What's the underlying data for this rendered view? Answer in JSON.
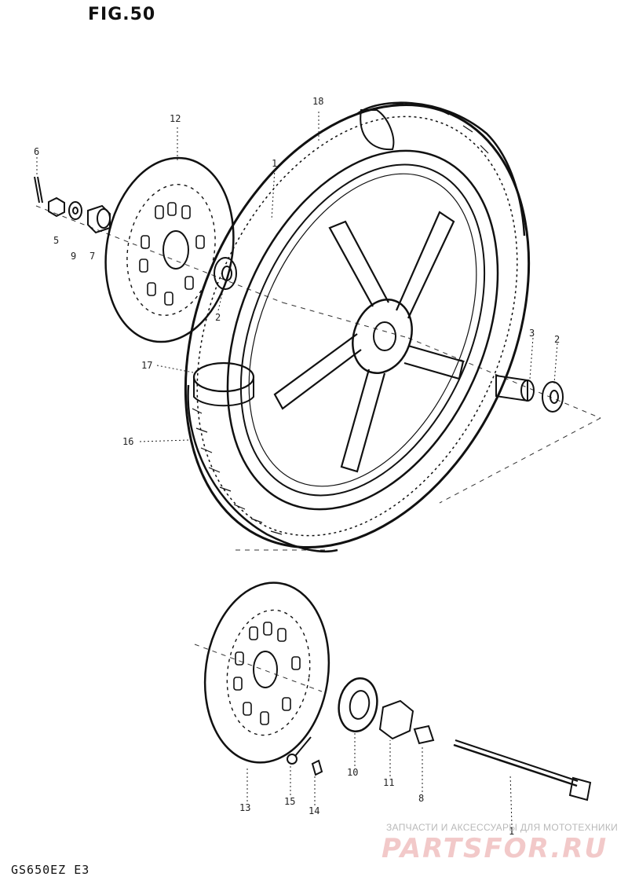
{
  "figure": {
    "title": "FIG.50",
    "model_code": "GS650EZ E3"
  },
  "part_labels": {
    "p1": "1",
    "p2a": "2",
    "p2b": "2",
    "p3": "3",
    "p5": "5",
    "p6": "6",
    "p7": "7",
    "p8": "8",
    "p9": "9",
    "p10": "10",
    "p11": "11",
    "p12": "12",
    "p13": "13",
    "p14": "14",
    "p15": "15",
    "p16": "16",
    "p17": "17",
    "p18": "18",
    "p_axle": "1"
  },
  "watermark": {
    "tagline": "ЗАПЧАСТИ И АКСЕССУАРЫ ДЛЯ МОТОТЕХНИКИ",
    "logo": "PARTSFOR.RU"
  }
}
